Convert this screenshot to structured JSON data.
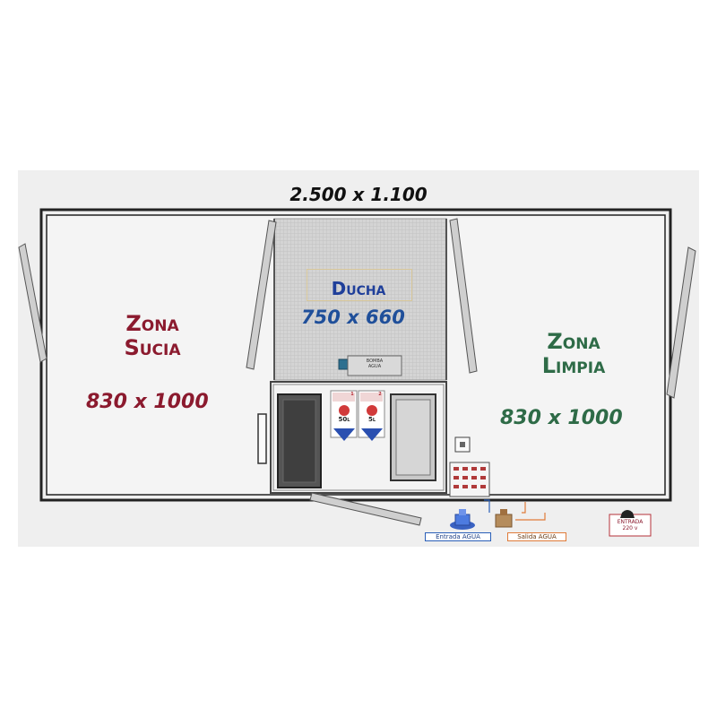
{
  "plan": {
    "overall_size": "2.500 x 1.100",
    "zona_sucia": {
      "name_line1": "Zona",
      "name_line2": "Sucia",
      "size": "830 x 1000"
    },
    "ducha": {
      "name": "Ducha",
      "size": "750 x 660"
    },
    "zona_limpia": {
      "name_line1": "Zona",
      "name_line2": "Limpia",
      "size": "830 x 1000"
    },
    "pump_label_line1": "BOMBA",
    "pump_label_line2": "AGUA",
    "water_heater_1": {
      "number": "1",
      "capacity": "50",
      "unit": "L"
    },
    "water_heater_2": {
      "number": "2",
      "capacity": "5",
      "unit": "L"
    },
    "water_inlet_label": "Entrada AGUA",
    "water_outlet_label": "Salida AGUA",
    "power_inlet_line1": "ENTRADA",
    "power_inlet_line2": "220 v"
  },
  "colors": {
    "zona_sucia": "#8b1a2e",
    "zona_limpia": "#2e6b47",
    "ducha": "#1f4f9a",
    "walls": "#222222"
  }
}
